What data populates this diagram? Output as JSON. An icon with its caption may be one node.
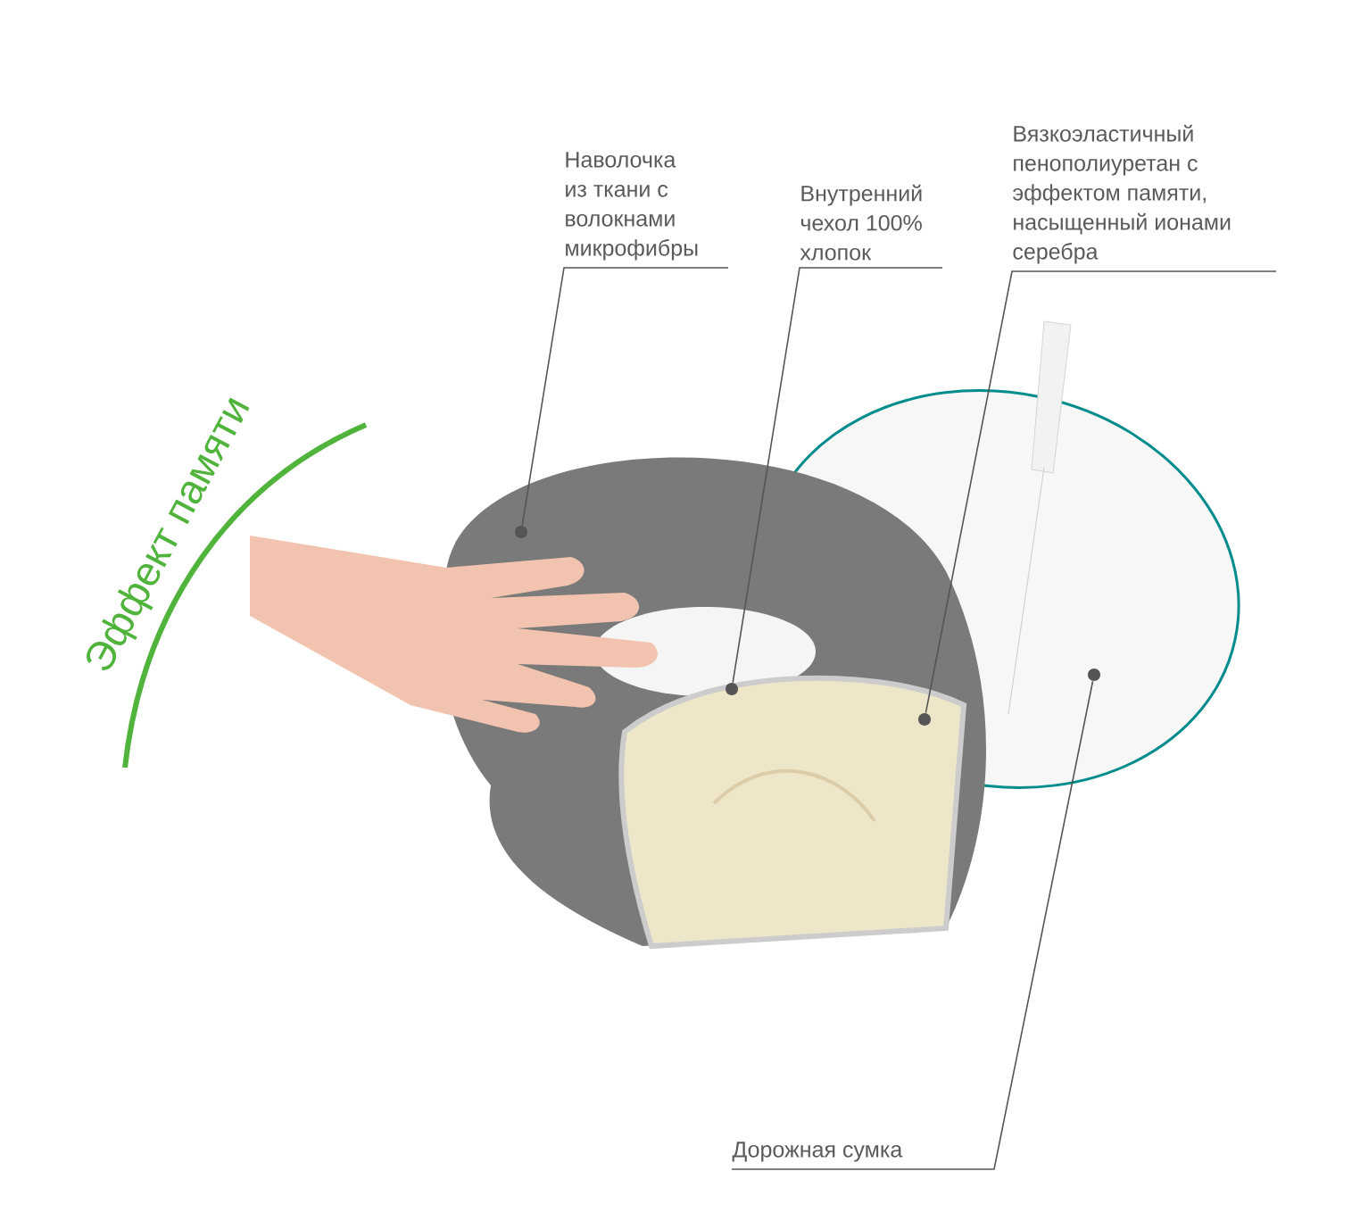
{
  "diagram": {
    "nodes": [
      {
        "text": [
          "Наволочка из ткани с волокнами микрофибры"
        ]
      },
      {
        "text": [
          "Внутренний чехол 100% хлопок"
        ]
      },
      {
        "text": [
          "Вязкоэластичный пенополиуретан с эффектом памяти, насыщенный ионами серебра"
        ]
      },
      {
        "text": [
          "Дорожная сумка"
        ]
      },
      {
        "text": [],
        "shape": "circle"
      },
      {
        "text": [],
        "shape": "circle"
      },
      {
        "text": [],
        "shape": "circle"
      },
      {
        "text": [],
        "shape": "circle"
      }
    ],
    "edges": [
      {
        "from": 0,
        "to": 4,
        "arrow": "none"
      },
      {
        "from": 1,
        "to": 5,
        "arrow": "none"
      },
      {
        "from": 2,
        "to": 6,
        "arrow": "none"
      },
      {
        "from": 3,
        "to": 7,
        "arrow": "none"
      }
    ],
    "labels": [
      "Эффект памяти"
    ]
  }
}
